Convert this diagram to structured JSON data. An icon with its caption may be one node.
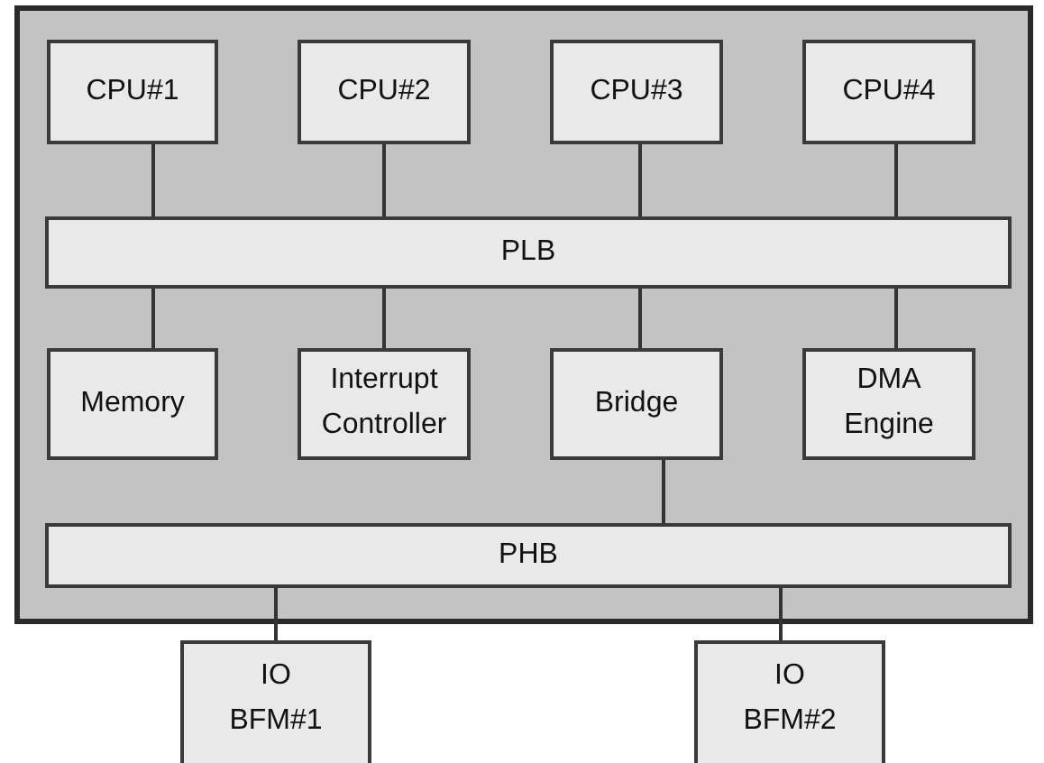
{
  "diagram": {
    "nodes": [
      {
        "text": [],
        "shape": "box"
      },
      {
        "text": [
          "CPU#1"
        ],
        "in": 0
      },
      {
        "text": [
          "CPU#2"
        ],
        "in": 0
      },
      {
        "text": [
          "CPU#3"
        ],
        "in": 0
      },
      {
        "text": [
          "CPU#4"
        ],
        "in": 0
      },
      {
        "text": [
          "PLB"
        ],
        "in": 0
      },
      {
        "text": [
          "Memory"
        ],
        "in": 0
      },
      {
        "text": [
          "Interrupt Controller"
        ],
        "in": 0
      },
      {
        "text": [
          "Bridge"
        ],
        "in": 0
      },
      {
        "text": [
          "DMA Engine"
        ],
        "in": 0
      },
      {
        "text": [
          "PHB"
        ],
        "in": 0
      },
      {
        "text": [
          "IO BFM#1"
        ]
      },
      {
        "text": [
          "IO BFM#2"
        ]
      }
    ],
    "edges": [
      {
        "from": 1,
        "to": 5,
        "arrow": "none"
      },
      {
        "from": 2,
        "to": 5,
        "arrow": "none"
      },
      {
        "from": 3,
        "to": 5,
        "arrow": "none"
      },
      {
        "from": 4,
        "to": 5,
        "arrow": "none"
      },
      {
        "from": 5,
        "to": 6,
        "arrow": "none"
      },
      {
        "from": 5,
        "to": 7,
        "arrow": "none"
      },
      {
        "from": 5,
        "to": 8,
        "arrow": "none"
      },
      {
        "from": 5,
        "to": 9,
        "arrow": "none"
      },
      {
        "from": 8,
        "to": 10,
        "arrow": "none"
      },
      {
        "from": 10,
        "to": 11,
        "arrow": "none"
      },
      {
        "from": 10,
        "to": 12,
        "arrow": "none"
      }
    ]
  }
}
